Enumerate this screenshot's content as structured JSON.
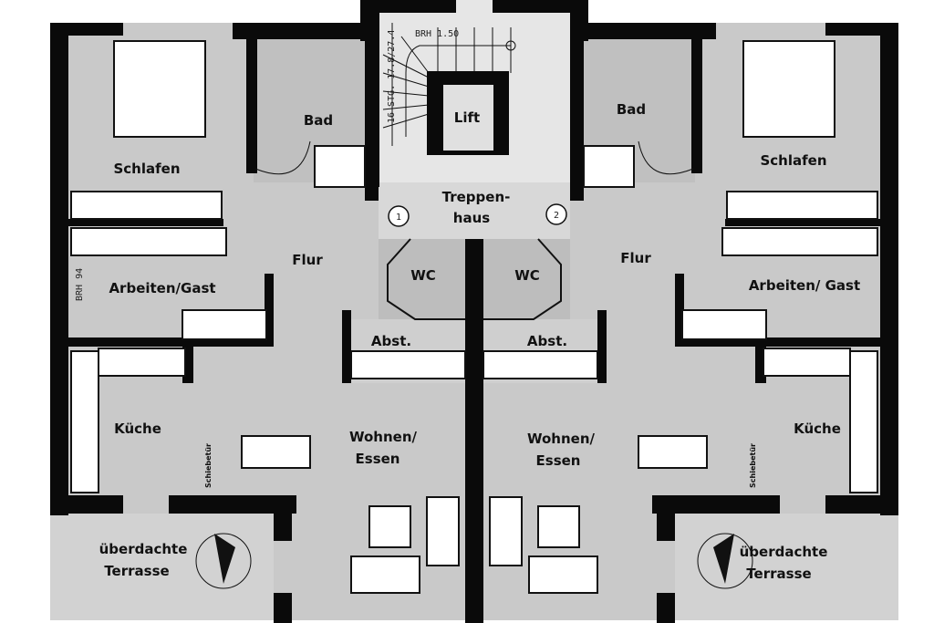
{
  "title": "Grundriss Doppelhaus Erdgeschoss",
  "colors": {
    "room": "#c9c9c9",
    "wall": "#0a0a0a",
    "stair": "#e6e6e6",
    "terrace": "#d2d2d2"
  },
  "stair": {
    "label": "Treppen-\nhaus",
    "line1": "Treppen-",
    "line2": "haus",
    "lift": "Lift",
    "brh": "BRH 1.50",
    "steps": "16 STG. 17.8/27.4",
    "unit_left_no": "1",
    "unit_right_no": "2"
  },
  "left_unit": {
    "schlafen": "Schlafen",
    "bad": "Bad",
    "flur": "Flur",
    "arbeiten": "Arbeiten/Gast",
    "brh": "BRH 94",
    "wc": "WC",
    "abst": "Abst.",
    "kueche": "Küche",
    "schiebetuer": "Schiebetür",
    "wohnen1": "Wohnen/",
    "wohnen2": "Essen",
    "terrasse1": "überdachte",
    "terrasse2": "Terrasse"
  },
  "right_unit": {
    "schlafen": "Schlafen",
    "bad": "Bad",
    "flur": "Flur",
    "arbeiten": "Arbeiten/ Gast",
    "wc": "WC",
    "abst": "Abst.",
    "kueche": "Küche",
    "schiebetuer": "Schiebetür",
    "wohnen1": "Wohnen/",
    "wohnen2": "Essen",
    "terrasse1": "überdachte",
    "terrasse2": "Terrasse"
  }
}
